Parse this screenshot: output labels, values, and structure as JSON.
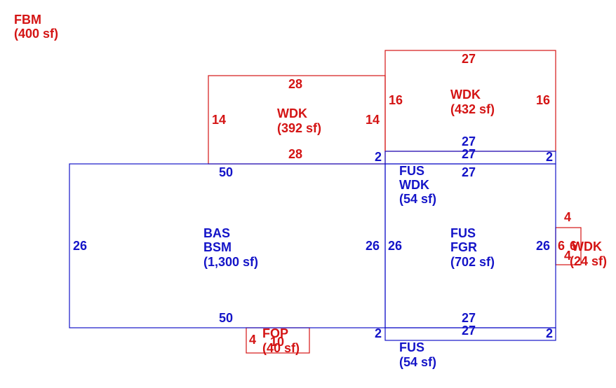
{
  "colors": {
    "blue": "#1414c8",
    "red": "#d41414",
    "background": "#ffffff"
  },
  "areas": {
    "fbm": {
      "code": "FBM",
      "area": "(400 sf)"
    },
    "wdk_upper": {
      "code": "WDK",
      "area": "(432 sf)"
    },
    "wdk_left": {
      "code": "WDK",
      "area": "(392 sf)"
    },
    "bas": {
      "line1": "BAS",
      "line2": "BSM",
      "area": "(1,300 sf)"
    },
    "fus_fgr": {
      "line1": "FUS",
      "line2": "FGR",
      "area": "(702 sf)"
    },
    "fus_wdk": {
      "line1": "FUS",
      "line2": "WDK",
      "area": "(54 sf)"
    },
    "fus_lower": {
      "line1": "FUS",
      "area": "(54 sf)"
    },
    "wdk_small": {
      "code": "WDK",
      "area": "(24 sf)"
    },
    "fop": {
      "code": "FOP",
      "area": "(40 sf)"
    }
  },
  "dimensions": {
    "wdk_upper_top": "27",
    "wdk_upper_left": "16",
    "wdk_upper_right": "16",
    "wdk_upper_bottom": "27",
    "wdk_left_top": "28",
    "wdk_left_left": "14",
    "wdk_left_right": "14",
    "wdk_left_bottom": "28",
    "bas_top": "50",
    "bas_left": "26",
    "bas_right": "26",
    "bas_bottom": "50",
    "fgr_top": "27",
    "fgr_left": "26",
    "fgr_right": "26",
    "fgr_bottom": "27",
    "strip_upper_top": "27",
    "strip_upper_left": "2",
    "strip_upper_right": "2",
    "strip_lower_top": "27",
    "strip_lower_left": "2",
    "strip_lower_right": "2",
    "small_wdk_top": "4",
    "small_wdk_left": "6",
    "small_wdk_right": "6",
    "small_wdk_bottom": "4",
    "fop_left": "4",
    "fop_top": "10"
  }
}
